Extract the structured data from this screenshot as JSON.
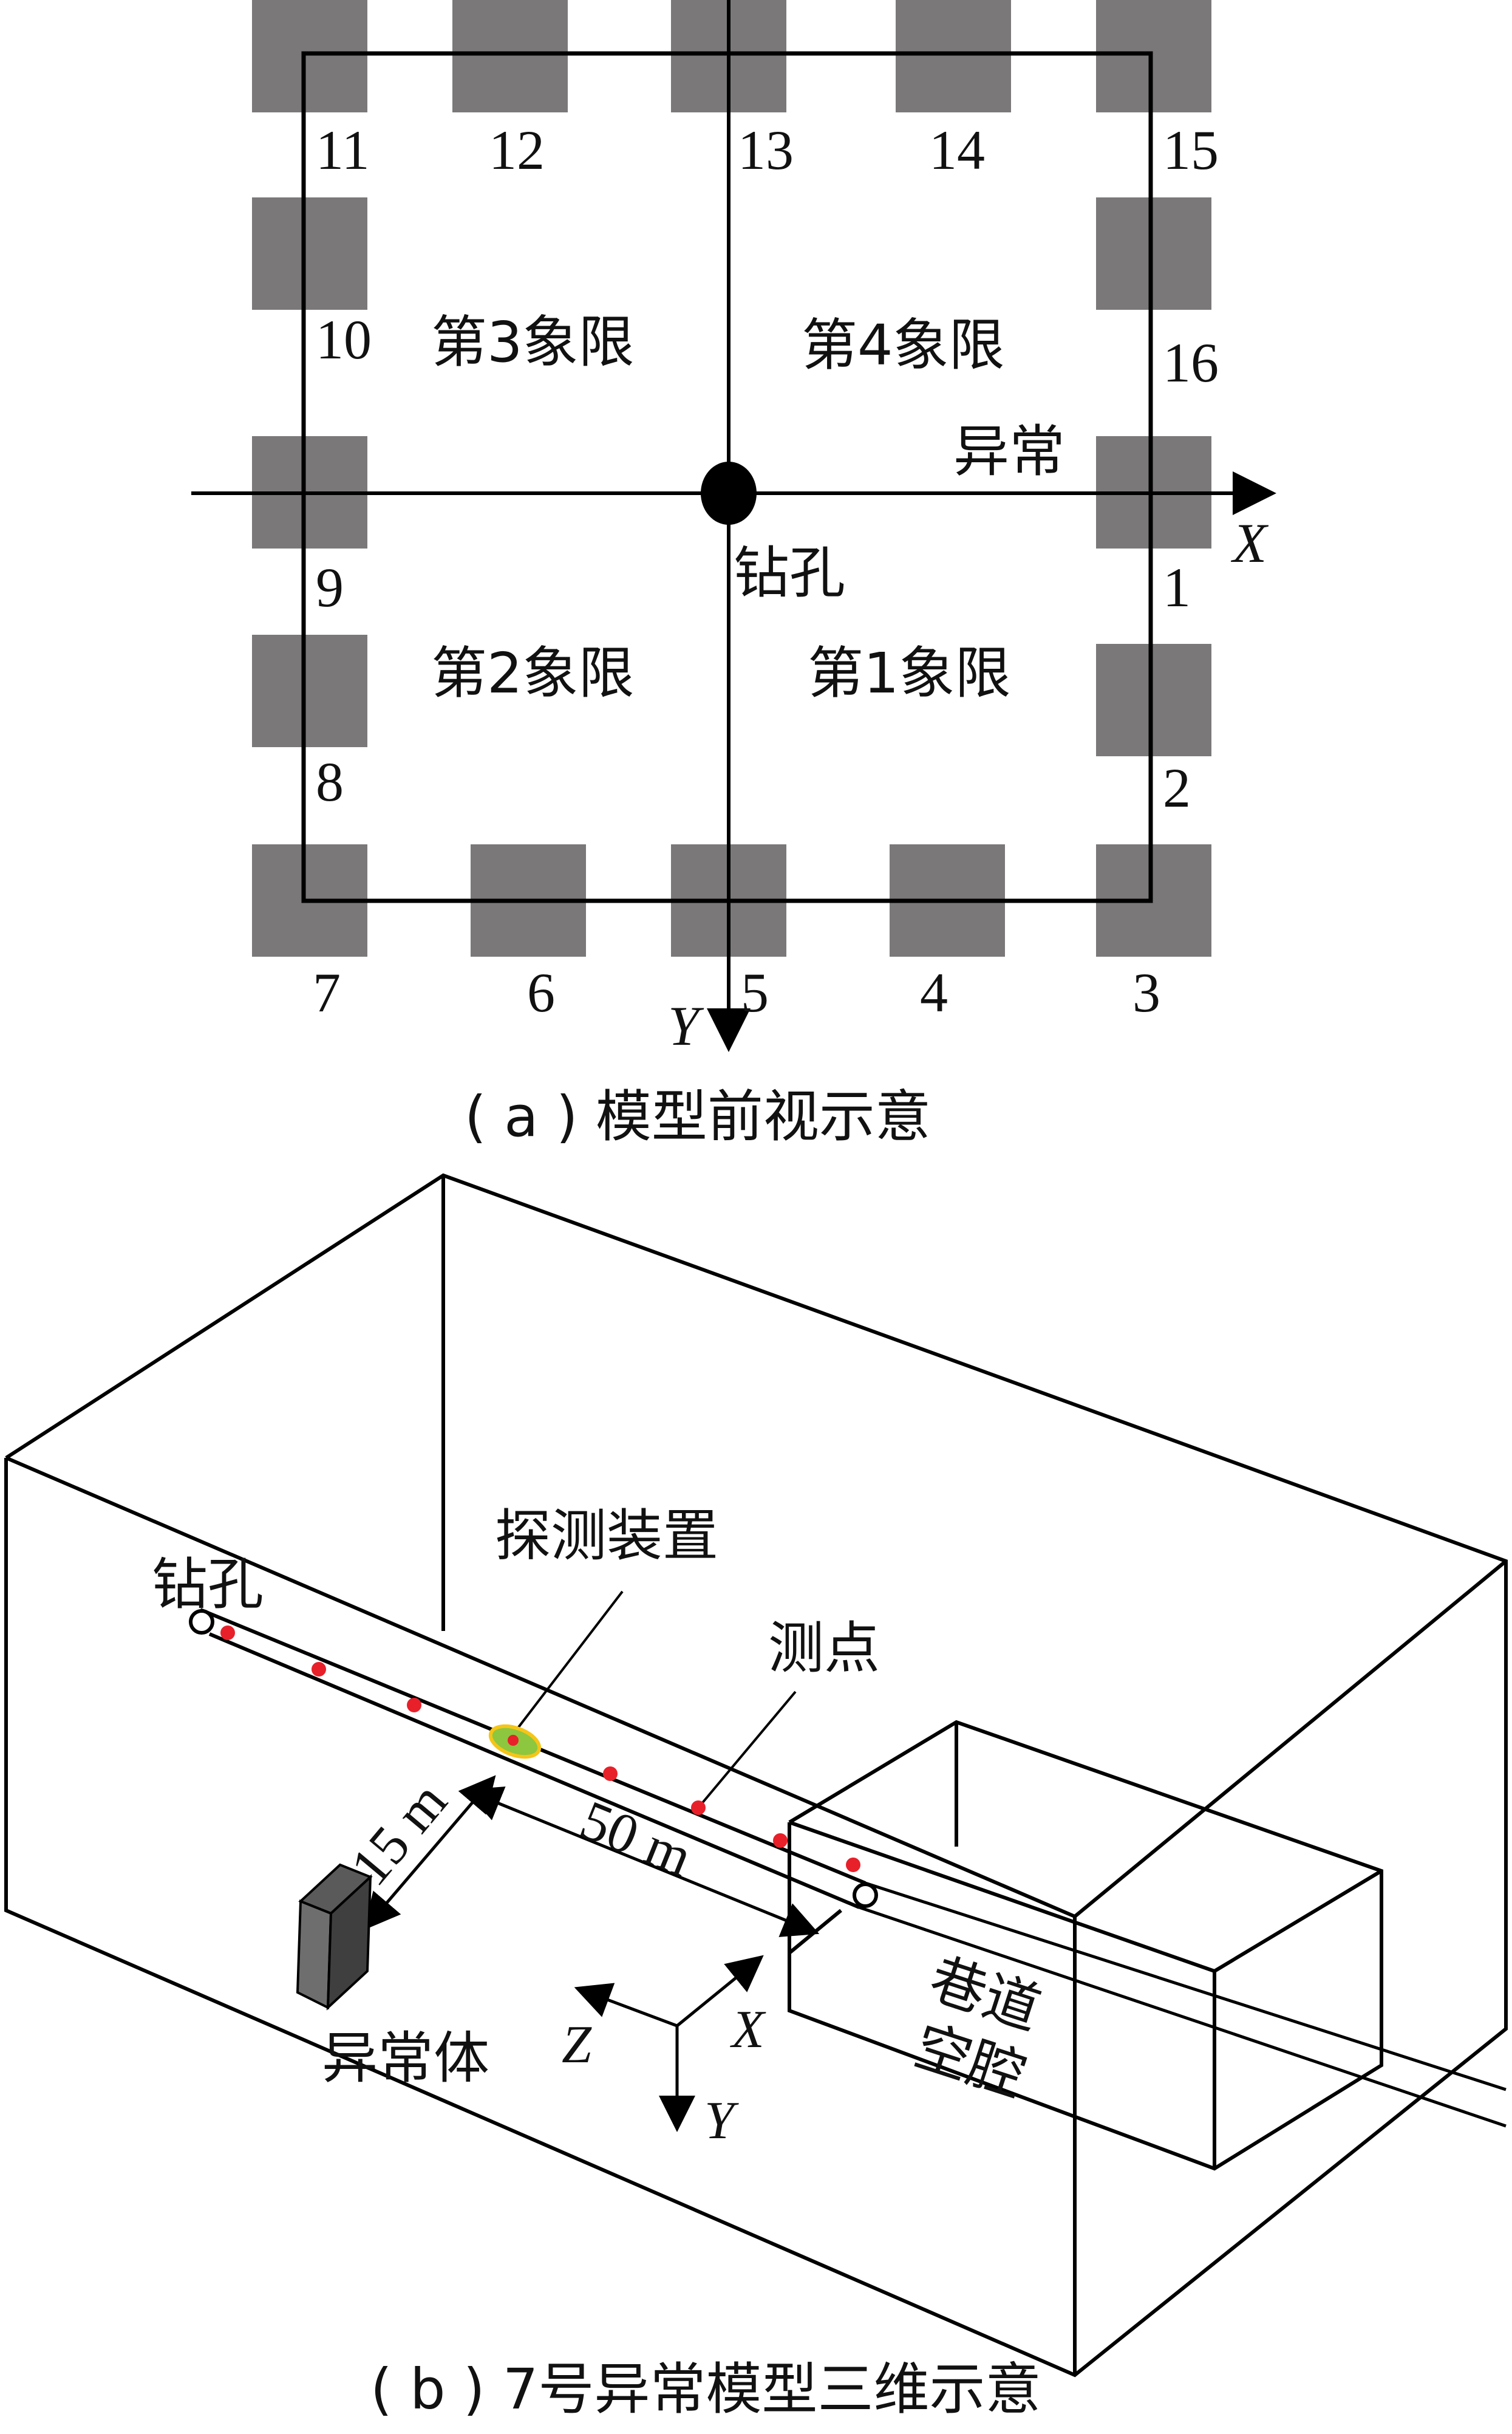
{
  "figure_a": {
    "caption": "( a ) 模型前视示意",
    "sensor_numbers": [
      "1",
      "2",
      "3",
      "4",
      "5",
      "6",
      "7",
      "8",
      "9",
      "10",
      "11",
      "12",
      "13",
      "14",
      "15",
      "16"
    ],
    "quadrants": [
      "第1象限",
      "第2象限",
      "第3象限",
      "第4象限"
    ],
    "borehole_label": "钻孔",
    "anomaly_label": "异常",
    "axis_x": "X",
    "axis_y": "Y",
    "colors": {
      "sensor": "#7a7878",
      "line": "#000000"
    }
  },
  "figure_b": {
    "caption": "( b ) 7号异常模型三维示意",
    "borehole_label": "钻孔",
    "device_label": "探测装置",
    "points_label": "测点",
    "distance_15": "15 m",
    "distance_50": "50 m",
    "anomaly_body_label": "异常体",
    "roadway_label_1": "巷道",
    "roadway_label_2": "空腔",
    "axis_x": "X",
    "axis_y": "Y",
    "axis_z": "Z",
    "colors": {
      "measure_point": "#e8202a",
      "device": "#8dc63f",
      "device_ring": "#f5c518"
    }
  }
}
